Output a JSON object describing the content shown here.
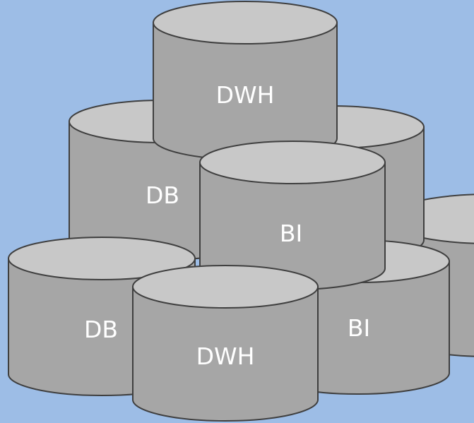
{
  "diagram": {
    "background": "#9dbde6",
    "body_color": "#a6a6a6",
    "top_color": "#c8c8c8",
    "outline_color": "#3f3f3f",
    "label_color": "#ffffff",
    "cylinders": [
      {
        "id": "back-right-low",
        "label": ""
      },
      {
        "id": "back-right-mid",
        "label": ""
      },
      {
        "id": "mid-left",
        "label": "DB"
      },
      {
        "id": "top",
        "label": "DWH"
      },
      {
        "id": "bottom-right",
        "label": "BI"
      },
      {
        "id": "bottom-left",
        "label": "DB"
      },
      {
        "id": "mid-center",
        "label": "BI"
      },
      {
        "id": "bottom-center",
        "label": "DWH"
      }
    ]
  }
}
